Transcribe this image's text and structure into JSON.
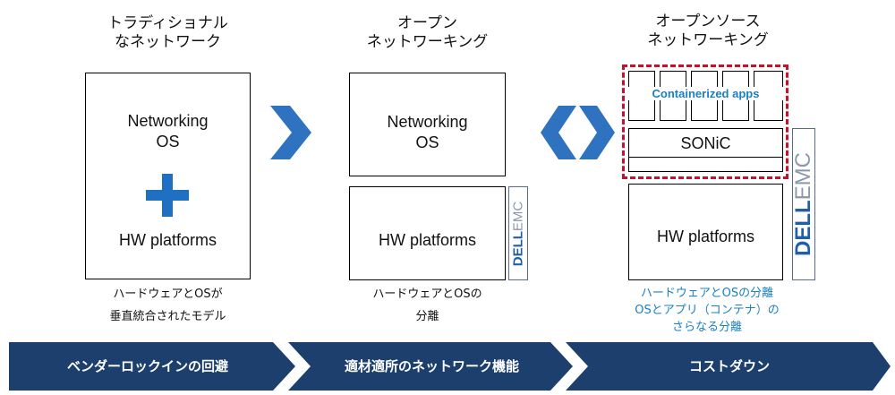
{
  "columns": {
    "traditional": {
      "title_lines": [
        "トラディショナル",
        "なネットワーク"
      ],
      "box_lines": [
        "Networking",
        "OS"
      ],
      "hw_label": "HW platforms",
      "caption_lines": [
        "ハードウェアとOSが",
        "垂直統合されたモデル"
      ]
    },
    "open": {
      "title_lines": [
        "オープン",
        "ネットワーキング"
      ],
      "os_lines": [
        "Networking",
        "OS"
      ],
      "hw_label": "HW platforms",
      "caption_lines": [
        "ハードウェアとOSの",
        "分離"
      ]
    },
    "opensource": {
      "title_lines": [
        "オープンソース",
        "ネットワーキング"
      ],
      "apps_label": "Containerized apps",
      "sonic_label": "SONiC",
      "hw_label": "HW platforms",
      "caption_lines": [
        "ハードウェアとOSの分離",
        "OSとアプリ（コンテナ）の",
        "さらなる分離"
      ]
    }
  },
  "brand": {
    "dell": "DELL",
    "emc": "EMC"
  },
  "banner": {
    "items": [
      "ベンダーロックインの回避",
      "適材適所のネットワーク機能",
      "コストダウン"
    ]
  },
  "colors": {
    "navy": "#1c3f6e",
    "chevron": "#2f72c0",
    "accent_blue": "#1a80c4",
    "dashed_red": "#c8102e"
  }
}
